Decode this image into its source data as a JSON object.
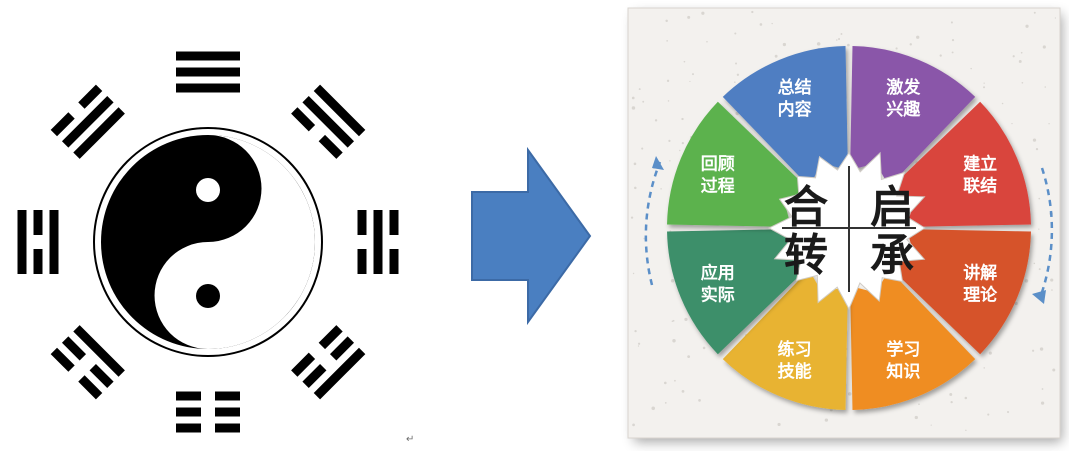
{
  "bagua": {
    "center_symbol": "yin-yang-icon",
    "trigrams": [
      {
        "position": "top",
        "lines": [
          "solid",
          "solid",
          "solid"
        ]
      },
      {
        "position": "top-right",
        "lines": [
          "broken",
          "solid",
          "solid"
        ]
      },
      {
        "position": "right",
        "lines": [
          "broken",
          "solid",
          "broken"
        ]
      },
      {
        "position": "bottom-right",
        "lines": [
          "broken",
          "broken",
          "solid"
        ]
      },
      {
        "position": "bottom",
        "lines": [
          "broken",
          "broken",
          "broken"
        ]
      },
      {
        "position": "bottom-left",
        "lines": [
          "solid",
          "broken",
          "broken"
        ]
      },
      {
        "position": "left",
        "lines": [
          "solid",
          "broken",
          "solid"
        ]
      },
      {
        "position": "top-left",
        "lines": [
          "solid",
          "solid",
          "broken"
        ]
      }
    ],
    "caret_mark": "↵"
  },
  "arrow": {
    "icon": "right-arrow-icon",
    "color": "#4a7fc1"
  },
  "cycle": {
    "center_chars": [
      "合",
      "启",
      "转",
      "承"
    ],
    "segments": [
      {
        "id": "zongjie",
        "line1": "总结",
        "line2": "内容",
        "color": "#4f7ec2"
      },
      {
        "id": "jifa",
        "line1": "激发",
        "line2": "兴趣",
        "color": "#8a57a9"
      },
      {
        "id": "jianli",
        "line1": "建立",
        "line2": "联结",
        "color": "#d9453e"
      },
      {
        "id": "jiangjie",
        "line1": "讲解",
        "line2": "理论",
        "color": "#d6532a"
      },
      {
        "id": "xuexi",
        "line1": "学习",
        "line2": "知识",
        "color": "#ef8d23"
      },
      {
        "id": "lianxi",
        "line1": "练习",
        "line2": "技能",
        "color": "#e8b330"
      },
      {
        "id": "yingyong",
        "line1": "应用",
        "line2": "实际",
        "color": "#3d8f6a"
      },
      {
        "id": "huigu",
        "line1": "回顾",
        "line2": "过程",
        "color": "#5bb24e"
      }
    ],
    "cycle_arrow_color": "#5b8fc8"
  }
}
